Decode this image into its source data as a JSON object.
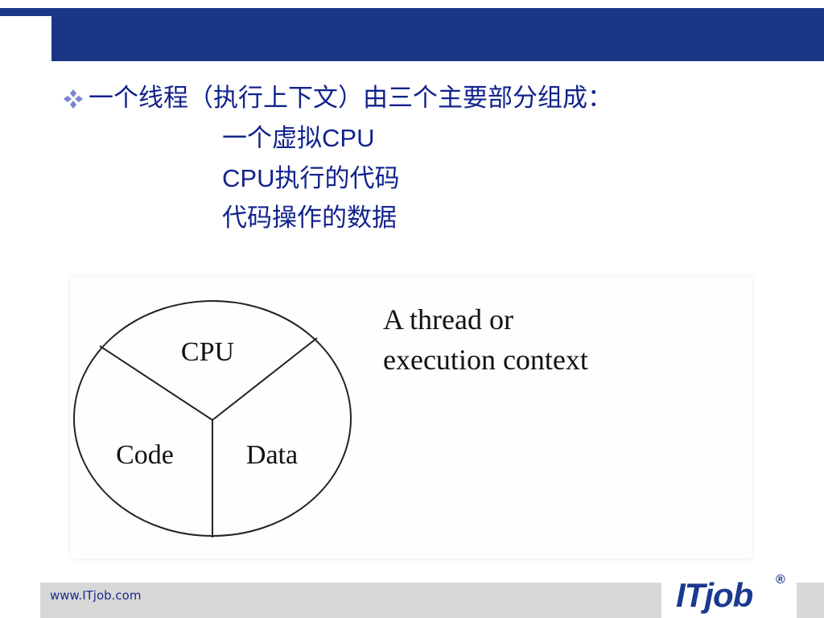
{
  "colors": {
    "header": "#1a3684",
    "text": "#12238c",
    "footer": "#d8d8d8",
    "logo": "#1a3a8f"
  },
  "bullet": {
    "icon": "diamond-cluster-icon",
    "text": "一个线程（执行上下文）由三个主要部分组成："
  },
  "sub_items": [
    {
      "zh": "一个虚拟",
      "latin": "CPU",
      "latin_first": false
    },
    {
      "zh": "执行的代码",
      "latin": "CPU",
      "latin_first": true
    },
    {
      "zh": "代码操作的数据",
      "latin": "",
      "latin_first": false
    }
  ],
  "diagram": {
    "sectors": {
      "top": "CPU",
      "left": "Code",
      "right": "Data"
    },
    "caption": [
      "A thread or",
      "execution context"
    ]
  },
  "footer": {
    "url": "www.ITjob.com"
  },
  "logo": {
    "text": "ITjob",
    "reg": "®"
  }
}
